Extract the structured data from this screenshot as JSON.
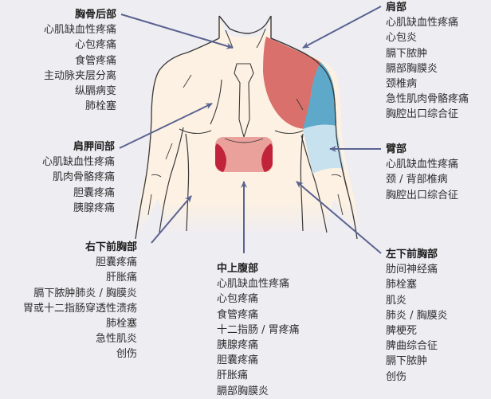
{
  "colors": {
    "background": "#eeedf2",
    "skin": "#fcf1e2",
    "outline": "#3a3a3a",
    "arrow": "#5a6391",
    "shoulder_red": "#d9706b",
    "upper_arm_blue": "#5ea9c9",
    "lower_arm_lightblue": "#c7e1ef",
    "epigastric_pink": "#eba19b",
    "epigastric_dark_red": "#c0233a"
  },
  "regions": {
    "retrosternal": {
      "title": "胸骨后部",
      "items": [
        "心肌缺血性疼痛",
        "心包疼痛",
        "食管疼痛",
        "主动脉夹层分离",
        "纵膈病变",
        "肺栓塞"
      ]
    },
    "shoulder": {
      "title": "肩部",
      "items": [
        "心肌缺血性疼痛",
        "心包炎",
        "膈下脓肿",
        "膈部胸膜炎",
        "颈椎病",
        "急性肌肉骨骼疼痛",
        "胸腔出口综合征"
      ]
    },
    "interscapular": {
      "title": "肩胛间部",
      "items": [
        "心肌缺血性疼痛",
        "肌肉骨骼疼痛",
        "胆囊疼痛",
        "胰腺疼痛"
      ]
    },
    "arm": {
      "title": "臂部",
      "items": [
        "心肌缺血性疼痛",
        "颈 / 背部椎病",
        "胸腔出口综合征"
      ]
    },
    "right_lower_anterior_chest": {
      "title": "右下前胸部",
      "items": [
        "胆囊疼痛",
        "肝胀痛",
        "膈下脓肿肺炎 / 胸膜炎",
        "胃或十二指肠穿透性溃疡",
        "肺栓塞",
        "急性肌炎",
        "创伤"
      ]
    },
    "epigastric": {
      "title": "中上腹部",
      "items": [
        "心肌缺血性疼痛",
        "心包疼痛",
        "食管疼痛",
        "十二指肠 / 胃疼痛",
        "胰腺疼痛",
        "胆囊疼痛",
        "肝胀痛",
        "膈部胸膜炎"
      ]
    },
    "left_lower_anterior_chest": {
      "title": "左下前胸部",
      "items": [
        "肋间神经痛",
        "肺栓塞",
        "肌炎",
        "肺炎 / 胸膜炎",
        "脾梗死",
        "脾曲综合征",
        "膈下脓肿",
        "创伤"
      ]
    }
  }
}
